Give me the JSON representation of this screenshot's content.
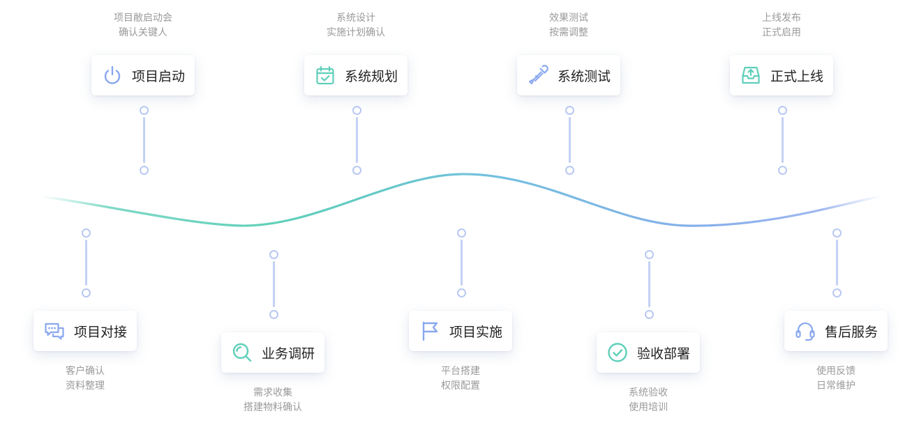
{
  "colors": {
    "teal": "#5ecfb9",
    "blue": "#7ea4ec",
    "connector": "#b8c8f2",
    "text": "#222222",
    "description": "#9a9a9a"
  },
  "top_stages": [
    {
      "title": "项目启动",
      "icon": "power-icon",
      "desc_line1": "项目敝启动会",
      "desc_line2": "确认关键人"
    },
    {
      "title": "系统规划",
      "icon": "calendar-check-icon",
      "desc_line1": "系统设计",
      "desc_line2": "实施计划确认"
    },
    {
      "title": "系统测试",
      "icon": "dropper-icon",
      "desc_line1": "效果测试",
      "desc_line2": "按需调整"
    },
    {
      "title": "正式上线",
      "icon": "inbox-upload-icon",
      "desc_line1": "上线发布",
      "desc_line2": "正式启用"
    }
  ],
  "bottom_stages": [
    {
      "title": "项目对接",
      "icon": "chat-bubbles-icon",
      "desc_line1": "客户确认",
      "desc_line2": "资料整理"
    },
    {
      "title": "业务调研",
      "icon": "search-icon",
      "desc_line1": "需求收集",
      "desc_line2": "搭建物料确认"
    },
    {
      "title": "项目实施",
      "icon": "flag-icon",
      "desc_line1": "平台搭建",
      "desc_line2": "权限配置"
    },
    {
      "title": "验收部署",
      "icon": "check-circle-icon",
      "desc_line1": "系统验收",
      "desc_line2": "使用培训"
    },
    {
      "title": "售后服务",
      "icon": "headset-icon",
      "desc_line1": "使用反馈",
      "desc_line2": "日常维护"
    }
  ]
}
